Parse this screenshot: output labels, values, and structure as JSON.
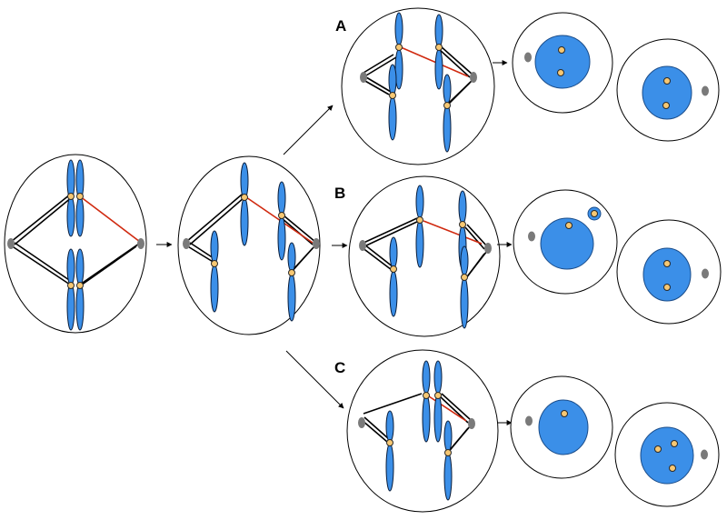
{
  "panel_labels": {
    "a": "A",
    "b": "B",
    "c": "C"
  },
  "colors": {
    "chromosome": "#3b8fe8",
    "kinetochore": "#f7c873",
    "centrosome": "#7a7a7a",
    "merotelic_attachment": "#d02a10",
    "spindle_fiber": "#000000"
  }
}
